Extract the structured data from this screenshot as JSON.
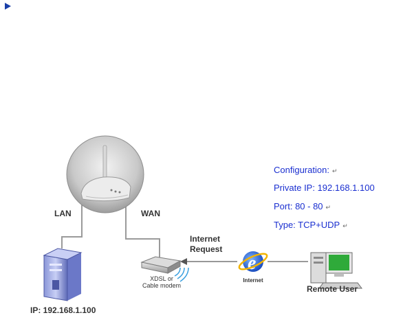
{
  "labels": {
    "lan": "LAN",
    "wan": "WAN",
    "internet_request_line1": "Internet",
    "internet_request_line2": "Request",
    "modem_line1": "XDSL or",
    "modem_line2": "Cable modem",
    "internet": "Internet",
    "remote_user": "Remote User",
    "pc_ip": "IP: 192.168.1.100"
  },
  "configuration": {
    "title": "Configuration:",
    "private_ip": "Private IP: 192.168.1.100",
    "port": "Port: 80 - 80",
    "type": "Type: TCP+UDP",
    "return_symbol": "↵"
  },
  "colors": {
    "config_text": "#1a2fd0",
    "bullet": "#1a3fa8",
    "lines": "#9a9a9a"
  },
  "icons": [
    "play-bullet-icon",
    "router-icon",
    "pc-tower-icon",
    "modem-icon",
    "ie-internet-icon",
    "remote-computer-icon"
  ]
}
